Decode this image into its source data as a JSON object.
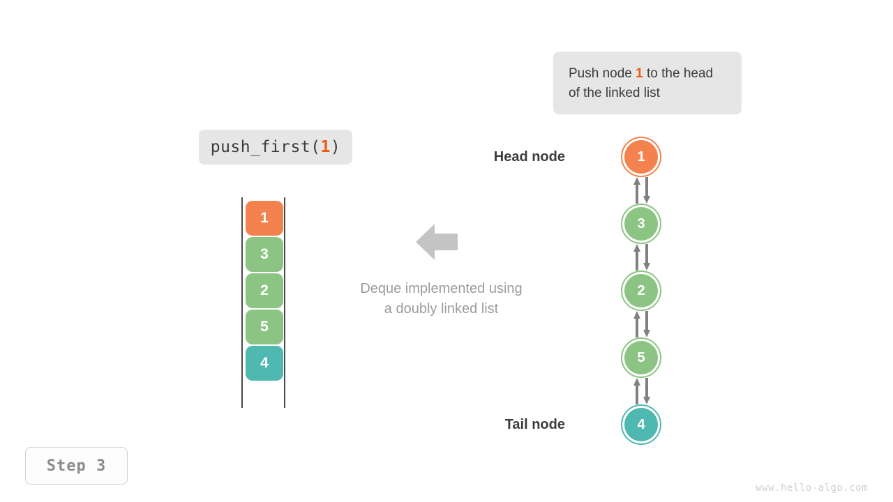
{
  "callout": {
    "text_before": "Push node ",
    "highlight": "1",
    "text_after": " to the head of the linked list"
  },
  "code_chip": {
    "prefix": "push_first(",
    "argument": "1",
    "suffix": ")"
  },
  "deque": {
    "caption_line1": "Deque implemented using",
    "caption_line2": "a doubly linked list",
    "cells": [
      {
        "value": "1",
        "color": "#f3824e"
      },
      {
        "value": "3",
        "color": "#8cc583"
      },
      {
        "value": "2",
        "color": "#8cc583"
      },
      {
        "value": "5",
        "color": "#8cc583"
      },
      {
        "value": "4",
        "color": "#4fb8b0"
      }
    ]
  },
  "linked_list": {
    "head_label": "Head node",
    "tail_label": "Tail node",
    "nodes": [
      {
        "value": "1",
        "color": "#f3824e",
        "label": "Head node"
      },
      {
        "value": "3",
        "color": "#8cc583",
        "label": ""
      },
      {
        "value": "2",
        "color": "#8cc583",
        "label": ""
      },
      {
        "value": "5",
        "color": "#8cc583",
        "label": ""
      },
      {
        "value": "4",
        "color": "#4fb8b0",
        "label": "Tail node"
      }
    ]
  },
  "step_badge": {
    "label": "Step 3"
  },
  "watermark": {
    "text": "www.hello-algo.com"
  },
  "colors": {
    "orange": "#f3824e",
    "green": "#8cc583",
    "teal": "#4fb8b0",
    "highlight": "#ec5b12",
    "arrow_gray": "#808080",
    "big_arrow_gray": "#c4c4c4",
    "chip_bg": "#e6e6e6",
    "text_dark": "#3c3c3c",
    "text_muted": "#9b9b9b"
  }
}
